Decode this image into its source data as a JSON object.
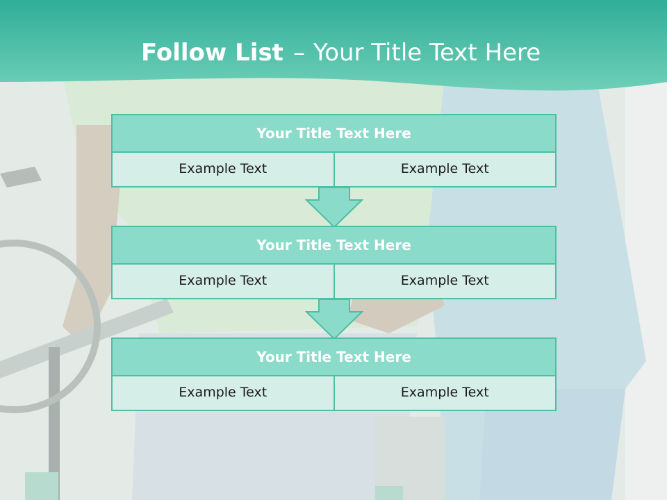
{
  "slide": {
    "title_bold": "Follow List",
    "title_separator": "–",
    "title_rest": "Your Title Text Here"
  },
  "colors": {
    "accent": "#4dbfa5",
    "header_teal": "#5cc4ad",
    "block_title_fill": "#8adbc9",
    "block_row_fill": "#d6eee8"
  },
  "blocks": [
    {
      "title": "Your Title Text Here",
      "left_text": "Example Text",
      "right_text": "Example Text"
    },
    {
      "title": "Your Title Text Here",
      "left_text": "Example Text",
      "right_text": "Example Text"
    },
    {
      "title": "Your Title Text Here",
      "left_text": "Example Text",
      "right_text": "Example Text"
    }
  ],
  "icons": [
    "down-arrow-icon",
    "down-arrow-icon"
  ]
}
